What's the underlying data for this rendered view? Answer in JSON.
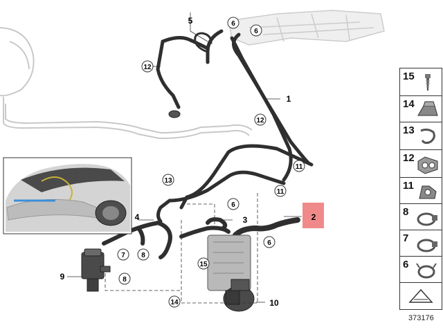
{
  "callouts": {
    "c1": "1",
    "c2": "2",
    "c3": "3",
    "c4": "4",
    "c5": "5",
    "c6a": "6",
    "c6b": "6",
    "c6c": "6",
    "c6d": "6",
    "c7": "7",
    "c8a": "8",
    "c8b": "8",
    "c9": "9",
    "c10": "10",
    "c11a": "11",
    "c11b": "11",
    "c12a": "12",
    "c12b": "12",
    "c13": "13",
    "c14": "14",
    "c15": "15"
  },
  "legend": [
    {
      "num": "15",
      "icon": "screw-icon"
    },
    {
      "num": "14",
      "icon": "holder-clip-icon"
    },
    {
      "num": "13",
      "icon": "spring-clip-icon"
    },
    {
      "num": "12",
      "icon": "double-bracket-icon"
    },
    {
      "num": "11",
      "icon": "pipe-holder-icon"
    },
    {
      "num": "8",
      "icon": "hose-clamp-icon"
    },
    {
      "num": "7",
      "icon": "hose-clamp-icon"
    },
    {
      "num": "6",
      "icon": "spring-band-clamp-icon"
    }
  ],
  "reference_number": "373176",
  "highlight_color": "#f08a8a"
}
